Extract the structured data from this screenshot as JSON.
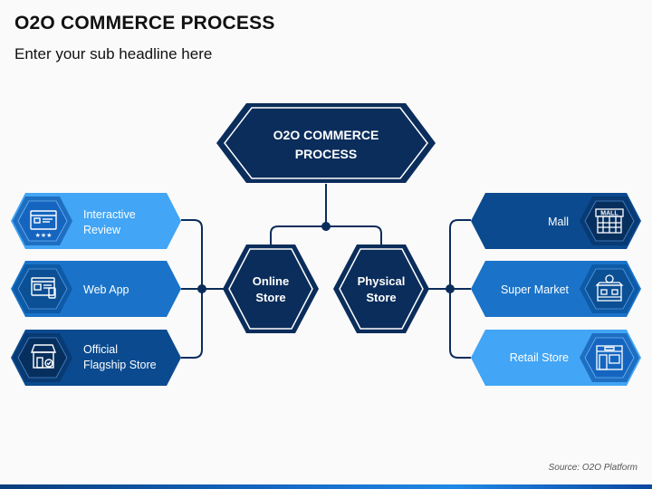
{
  "title": "O2O COMMERCE PROCESS",
  "subtitle": "Enter your sub headline here",
  "center": {
    "line1": "O2O COMMERCE",
    "line2": "PROCESS"
  },
  "online": {
    "line1": "Online",
    "line2": "Store"
  },
  "physical": {
    "line1": "Physical",
    "line2": "Store"
  },
  "left_items": [
    {
      "line1": "Interactive",
      "line2": "Review",
      "icon": "review-icon"
    },
    {
      "line1": "Web App",
      "line2": "",
      "icon": "web-app-icon"
    },
    {
      "line1": "Official",
      "line2": "Flagship Store",
      "icon": "flagship-store-icon"
    }
  ],
  "right_items": [
    {
      "label": "Mall",
      "icon": "mall-icon"
    },
    {
      "label": "Super Market",
      "icon": "super-market-icon"
    },
    {
      "label": "Retail Store",
      "icon": "retail-store-icon"
    }
  ],
  "source": "Source: O2O Platform",
  "colors": {
    "navy": "#0b2d5b",
    "blue": "#0d5aa7",
    "mid": "#1a73c9",
    "light": "#42a5f5"
  }
}
